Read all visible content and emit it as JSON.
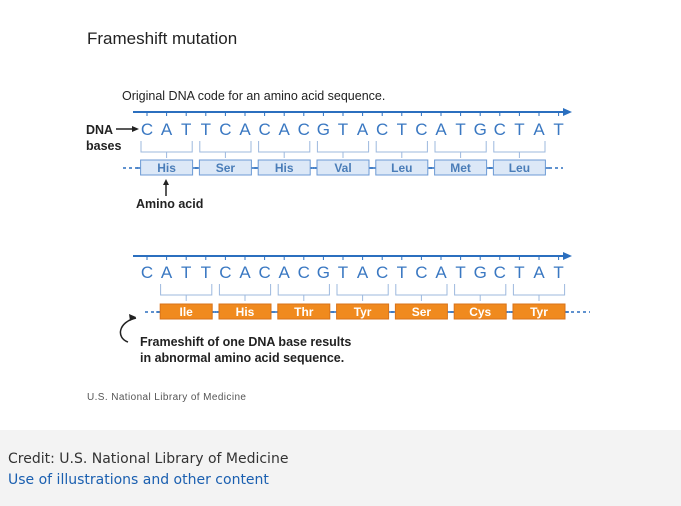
{
  "figure": {
    "title": "Frameshift mutation",
    "original_caption": "Original DNA code for an amino acid sequence.",
    "dna_label": "DNA",
    "bases_label": "bases",
    "amino_label": "Amino acid",
    "frameshift_caption_line1": "Frameshift of one DNA base results",
    "frameshift_caption_line2": "in abnormal amino acid sequence.",
    "source_note": "U.S. National Library of Medicine",
    "bases": [
      "C",
      "A",
      "T",
      "T",
      "C",
      "A",
      "C",
      "A",
      "C",
      "G",
      "T",
      "A",
      "C",
      "T",
      "C",
      "A",
      "T",
      "G",
      "C",
      "T",
      "A",
      "T"
    ],
    "original_amino_acids": [
      "His",
      "Ser",
      "His",
      "Val",
      "Leu",
      "Met",
      "Leu"
    ],
    "frameshift_amino_acids": [
      "Ile",
      "His",
      "Thr",
      "Tyr",
      "Ser",
      "Cys",
      "Tyr"
    ],
    "colors": {
      "title": "#222222",
      "blue": "#2b6fbf",
      "base_text": "#3a78c2",
      "original_box_fill": "#dce8f7",
      "original_box_border": "#6c9ad4",
      "original_text": "#4a7db8",
      "mutant_box_fill": "#f08a1e",
      "mutant_text": "#ffffff",
      "bracket": "#9cb8de",
      "text": "#222222",
      "source_text": "#555555"
    }
  },
  "credit": {
    "credit_text": "Credit: U.S. National Library of Medicine",
    "link_text": "Use of illustrations and other content"
  }
}
